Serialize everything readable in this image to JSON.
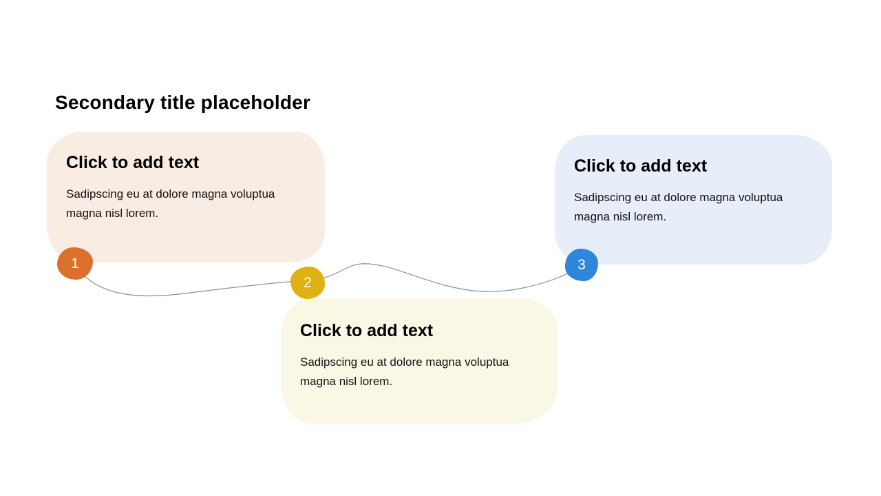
{
  "slide": {
    "title": "Secondary title placeholder",
    "background_color": "#ffffff",
    "connector_color": "#8f8f8f"
  },
  "steps": [
    {
      "number": "1",
      "heading": "Click to add text",
      "body": "Sadipscing eu at dolore magna voluptua magna nisl lorem.",
      "card_color": "#f9ece2",
      "badge_color": "#db702c",
      "badge_text_color": "#ffffff"
    },
    {
      "number": "2",
      "heading": "Click to add text",
      "body": "Sadipscing eu at dolore magna voluptua magna nisl lorem.",
      "card_color": "#faf7e4",
      "badge_color": "#dfb112",
      "badge_text_color": "#ffffff"
    },
    {
      "number": "3",
      "heading": "Click to add text",
      "body": "Sadipscing eu at dolore magna voluptua magna nisl lorem.",
      "card_color": "#e7eef9",
      "badge_color": "#2f87da",
      "badge_text_color": "#ffffff"
    }
  ]
}
